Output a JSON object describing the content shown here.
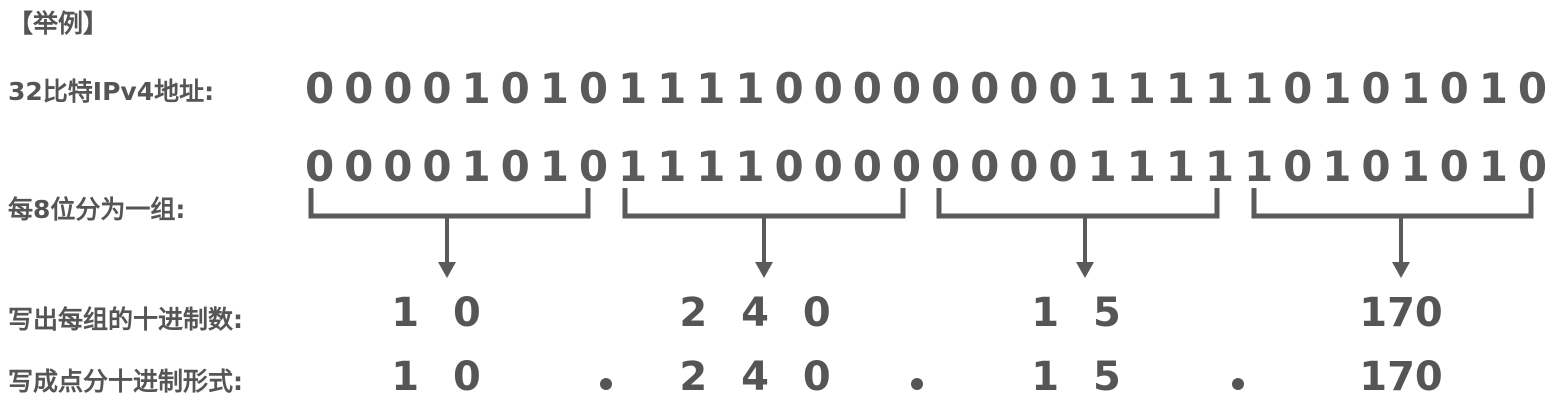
{
  "title": "【举例】",
  "rows": {
    "address_label": "32比特IPv4地址:",
    "group_label": "每8位分为一组:",
    "decimal_label": "写出每组的十进制数:",
    "dotted_label": "写成点分十进制形式:"
  },
  "address_bits": [
    "0",
    "0",
    "0",
    "0",
    "1",
    "0",
    "1",
    "0",
    "1",
    "1",
    "1",
    "1",
    "0",
    "0",
    "0",
    "0",
    "0",
    "0",
    "0",
    "0",
    "1",
    "1",
    "1",
    "1",
    "1",
    "0",
    "1",
    "0",
    "1",
    "0",
    "1",
    "0"
  ],
  "octets": [
    {
      "bits": "00001010",
      "decimal": "1 0"
    },
    {
      "bits": "11110000",
      "decimal": "2 4 0"
    },
    {
      "bits": "00001111",
      "decimal": "1 5"
    },
    {
      "bits": "10101010",
      "decimal": "170"
    }
  ],
  "dotted": [
    "1 0",
    "2 4 0",
    "1 5",
    "170"
  ],
  "colors": {
    "text": "#555555",
    "bracket": "#5a5a5a"
  }
}
